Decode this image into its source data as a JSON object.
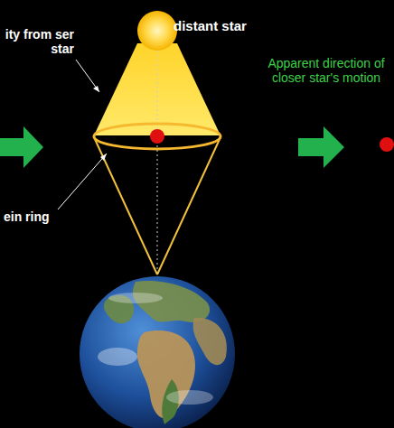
{
  "diagram": {
    "labels": [
      "distant star",
      "ity from ser star",
      "Apparent direction of closer star's motion",
      "ein ring"
    ]
  }
}
